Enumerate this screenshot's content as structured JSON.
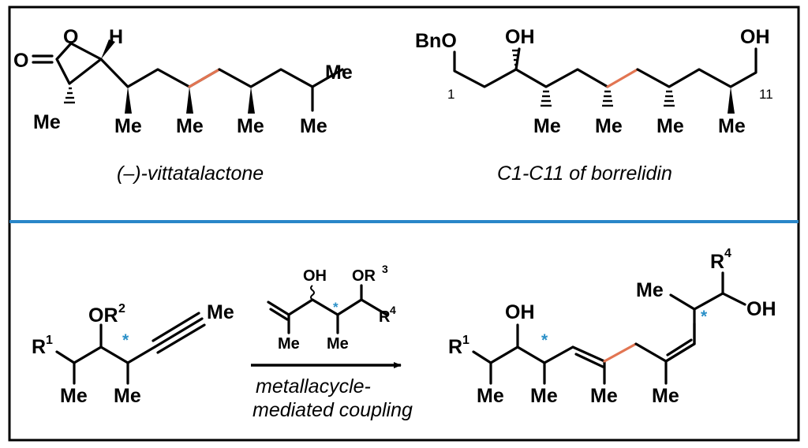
{
  "colors": {
    "frame": "#000000",
    "divider": "#2a86c8",
    "highlight_bond": "#e27552",
    "stereo_star": "#2b90c8"
  },
  "top_left": {
    "caption": "(–)-vittatalactone",
    "labels": {
      "carbonyl_o": "O",
      "ring_o": "O",
      "h": "H",
      "me_alpha": "Me",
      "me1": "Me",
      "me2": "Me",
      "me3": "Me",
      "me_end1": "Me",
      "me_end2": "Me"
    }
  },
  "top_right": {
    "caption": "C1-C11 of borrelidin",
    "labels": {
      "bno": "BnO",
      "oh_top": "OH",
      "oh_end": "OH",
      "c1": "1",
      "c11": "11",
      "me1": "Me",
      "me2": "Me",
      "me3": "Me",
      "me4": "Me"
    }
  },
  "bottom_left": {
    "labels": {
      "r": "R",
      "r_sup": "1",
      "or": "OR",
      "or_sup": "2",
      "me_alkyne": "Me",
      "me1": "Me",
      "me2": "Me",
      "star": "*"
    }
  },
  "reagent": {
    "labels": {
      "oh": "OH",
      "or": "OR",
      "or_sup": "3",
      "r": "R",
      "r_sup": "4",
      "me1": "Me",
      "me2": "Me",
      "star": "*"
    }
  },
  "arrow": {
    "line1": "metallacycle-",
    "line2": "mediated coupling"
  },
  "product": {
    "labels": {
      "r": "R",
      "r_sup": "1",
      "oh_left": "OH",
      "oh_right": "OH",
      "r4": "R",
      "r4_sup": "4",
      "me_top": "Me",
      "me1": "Me",
      "me2": "Me",
      "me3": "Me",
      "me4": "Me",
      "star1": "*",
      "star2": "*"
    }
  }
}
